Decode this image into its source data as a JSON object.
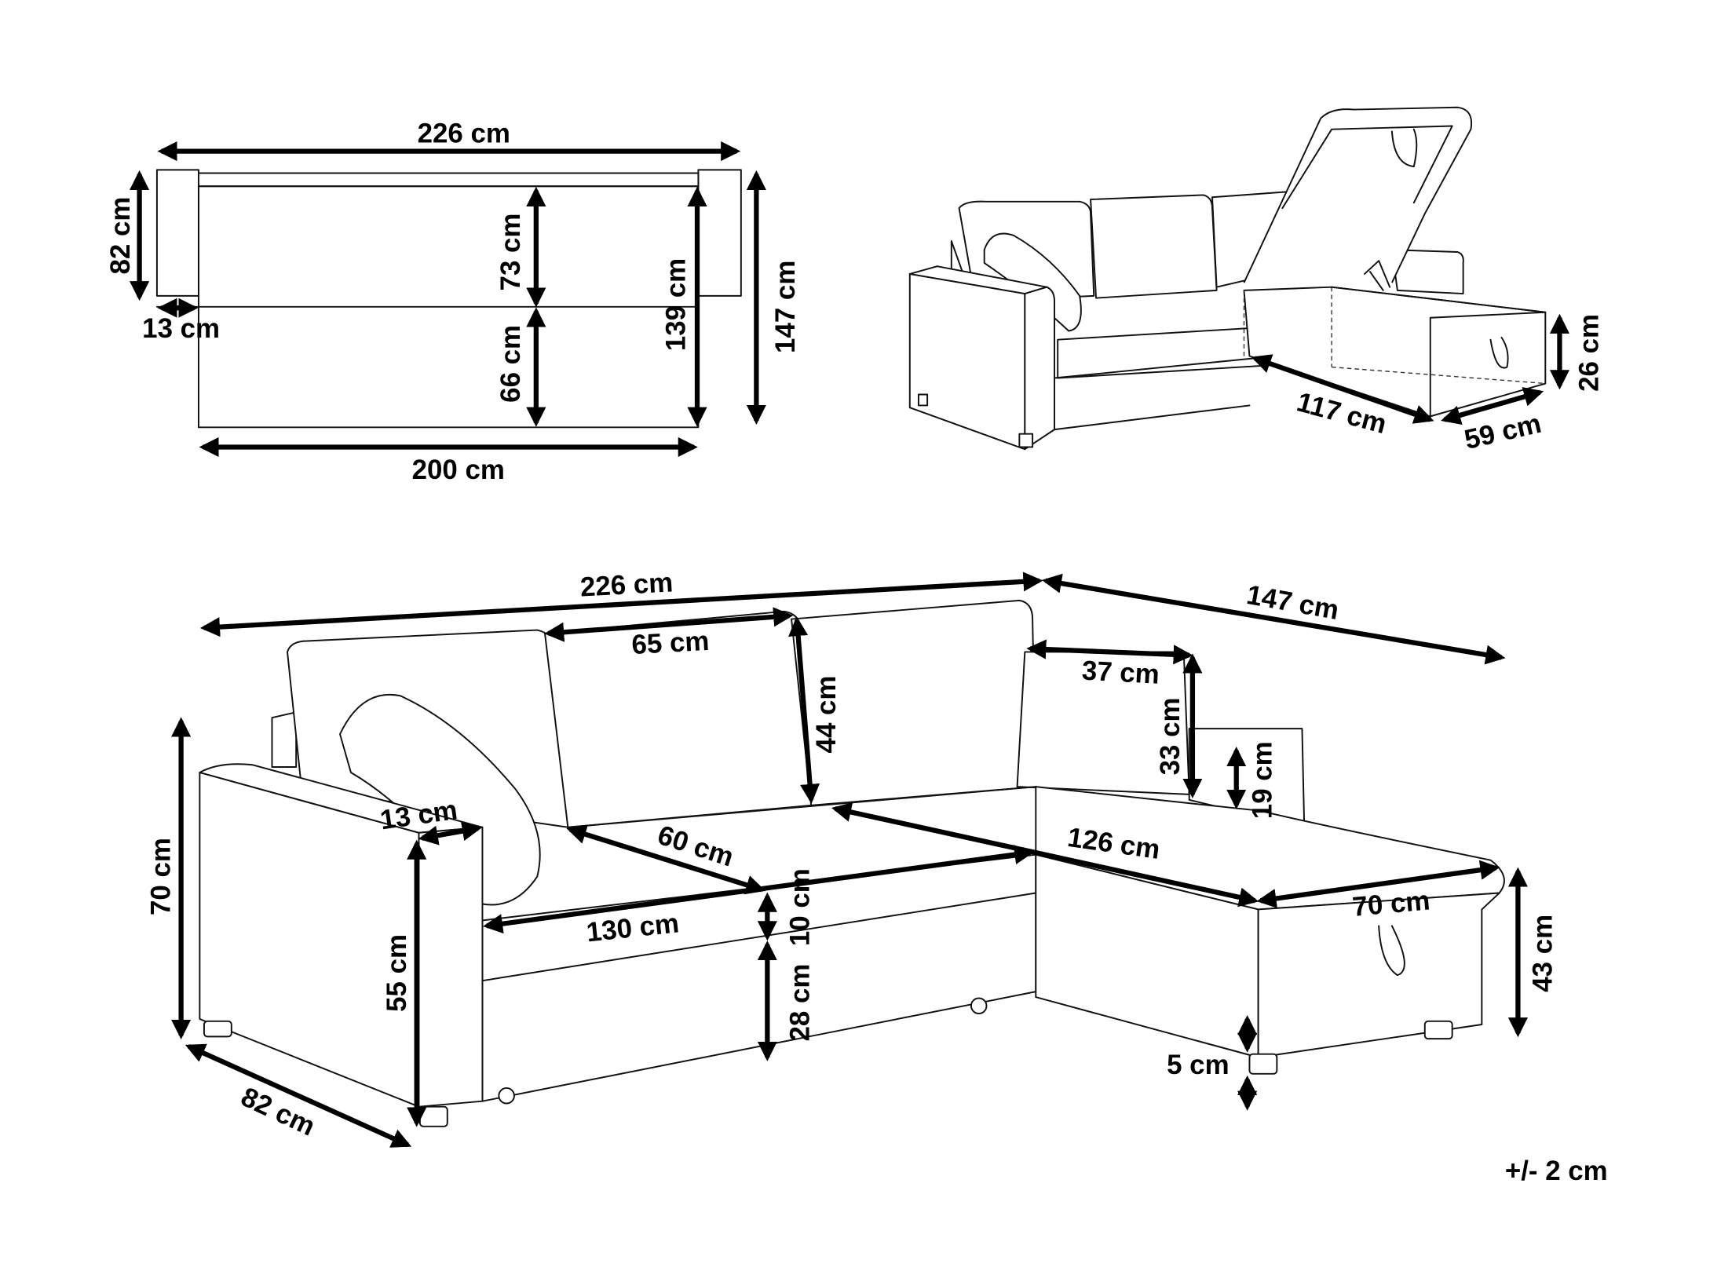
{
  "plan_view": {
    "total_width": "226 cm",
    "arm_depth": "82 cm",
    "arm_width": "13 cm",
    "back_to_mid": "73 cm",
    "mid_to_front": "66 cm",
    "inner_depth": "139 cm",
    "total_depth": "147 cm",
    "inner_width": "200 cm"
  },
  "storage_view": {
    "storage_length": "117 cm",
    "storage_width": "59 cm",
    "storage_height": "26 cm"
  },
  "main_view": {
    "total_width": "226 cm",
    "chaise_length": "147 cm",
    "cushion_width": "65 cm",
    "cushion_height": "44 cm",
    "chaise_cushion_width": "37 cm",
    "chaise_cushion_height": "33 cm",
    "chaise_arm_height": "19 cm",
    "arm_width": "13 cm",
    "seat_depth": "60 cm",
    "chaise_seat_length": "126 cm",
    "total_height": "70 cm",
    "arm_height": "55 cm",
    "seat_width": "130 cm",
    "cushion_thickness": "10 cm",
    "base_height": "28 cm",
    "chaise_width": "70 cm",
    "seat_height": "43 cm",
    "leg_height": "5 cm",
    "depth": "82 cm"
  },
  "tolerance": "+/- 2 cm"
}
